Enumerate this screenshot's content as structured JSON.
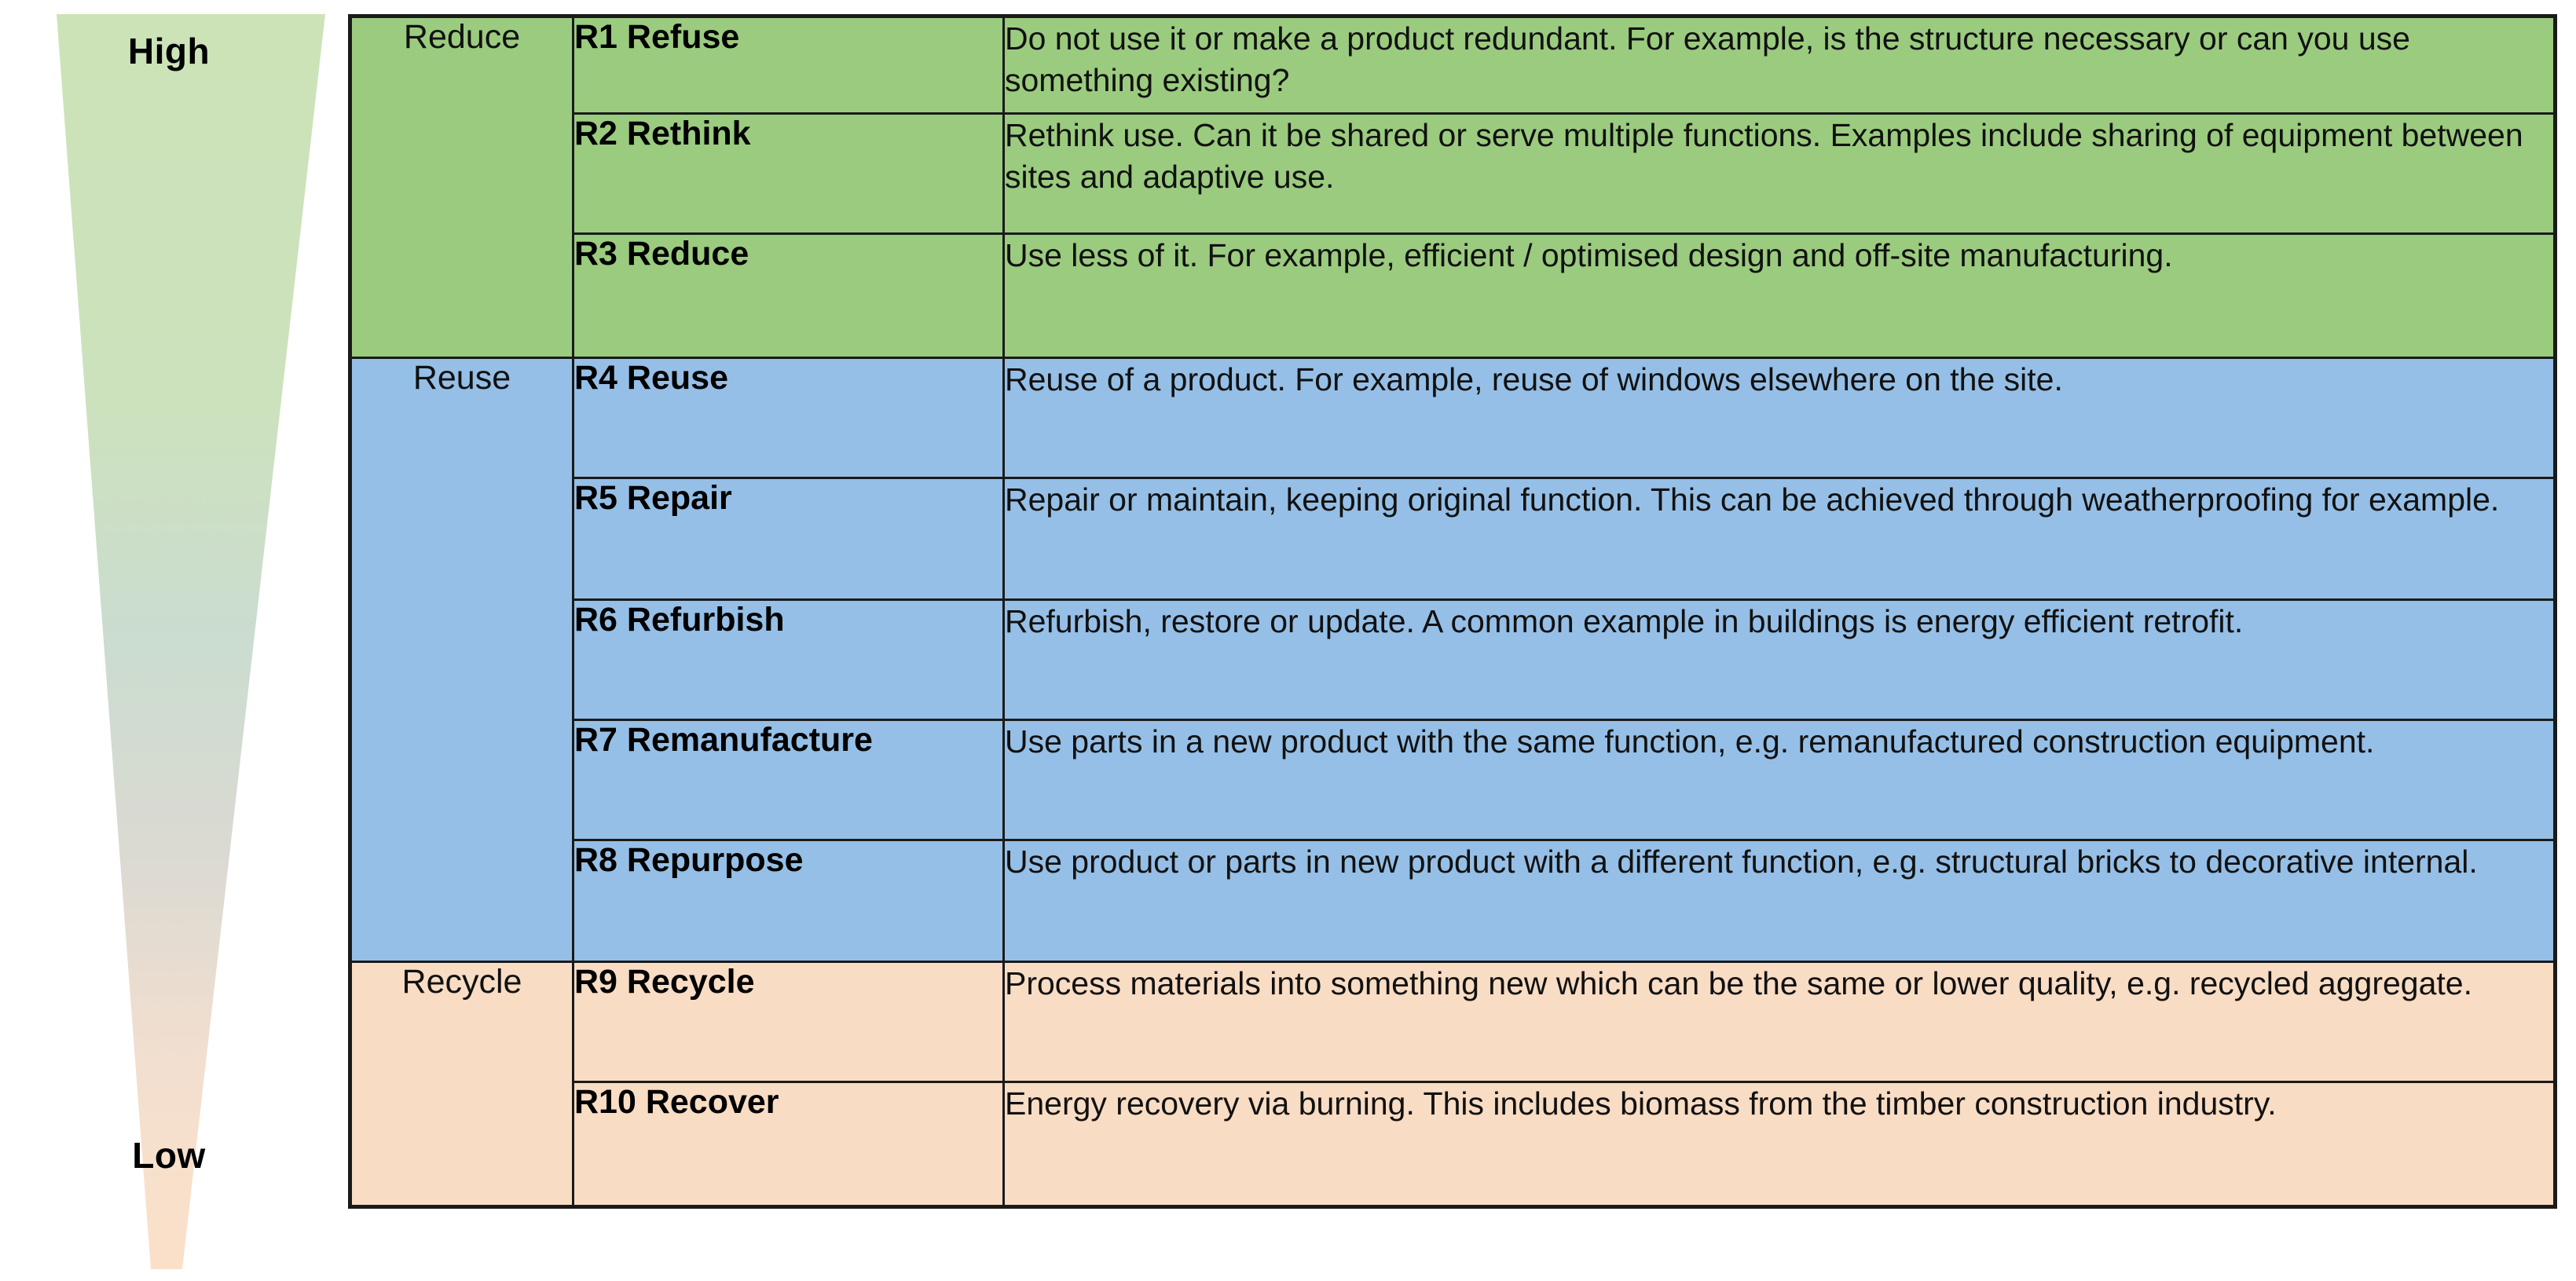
{
  "funnel": {
    "top_label": "High",
    "bottom_label": "Low",
    "gradient_top_color": "#CCE3B8",
    "gradient_mid_color": "#C9DCD6",
    "gradient_bottom_color": "#FBDFC7"
  },
  "palette": {
    "reduce_band": "#9BCB7F",
    "reuse_band": "#95BFE6",
    "recycle_band": "#F8DCC4",
    "border": "#1A1A1A",
    "text": "#111111"
  },
  "categories": [
    {
      "key": "reduce",
      "label": "Reduce",
      "span": 3
    },
    {
      "key": "reuse",
      "label": "Reuse",
      "span": 5
    },
    {
      "key": "recycle",
      "label": "Recycle",
      "span": 2
    }
  ],
  "rows": [
    {
      "name": "R1 Refuse",
      "description": "Do not use it or make a product redundant. For example, is the structure necessary or can you use something existing?"
    },
    {
      "name": "R2 Rethink",
      "description": "Rethink use. Can it be shared or serve multiple functions. Examples include sharing of equipment between sites and adaptive use."
    },
    {
      "name": "R3 Reduce",
      "description": "Use less of it. For example, efficient / optimised design and off-site manufacturing."
    },
    {
      "name": "R4 Reuse",
      "description": "Reuse of a product. For example, reuse of windows elsewhere on the site."
    },
    {
      "name": "R5 Repair",
      "description": "Repair or maintain, keeping original function. This can be achieved through weatherproofing for example."
    },
    {
      "name": "R6 Refurbish",
      "description": "Refurbish, restore or update. A common example in buildings is energy efficient retrofit."
    },
    {
      "name": "R7 Remanufacture",
      "description": "Use parts in a new product with the same function, e.g. remanufactured construction equipment."
    },
    {
      "name": "R8 Repurpose",
      "description": "Use product or parts in new product with a different function, e.g. structural bricks to decorative internal."
    },
    {
      "name": "R9 Recycle",
      "description": "Process materials into something new which can be the same or lower quality, e.g. recycled aggregate."
    },
    {
      "name": "R10 Recover",
      "description": "Energy recovery via burning. This includes biomass from the timber construction industry."
    }
  ]
}
